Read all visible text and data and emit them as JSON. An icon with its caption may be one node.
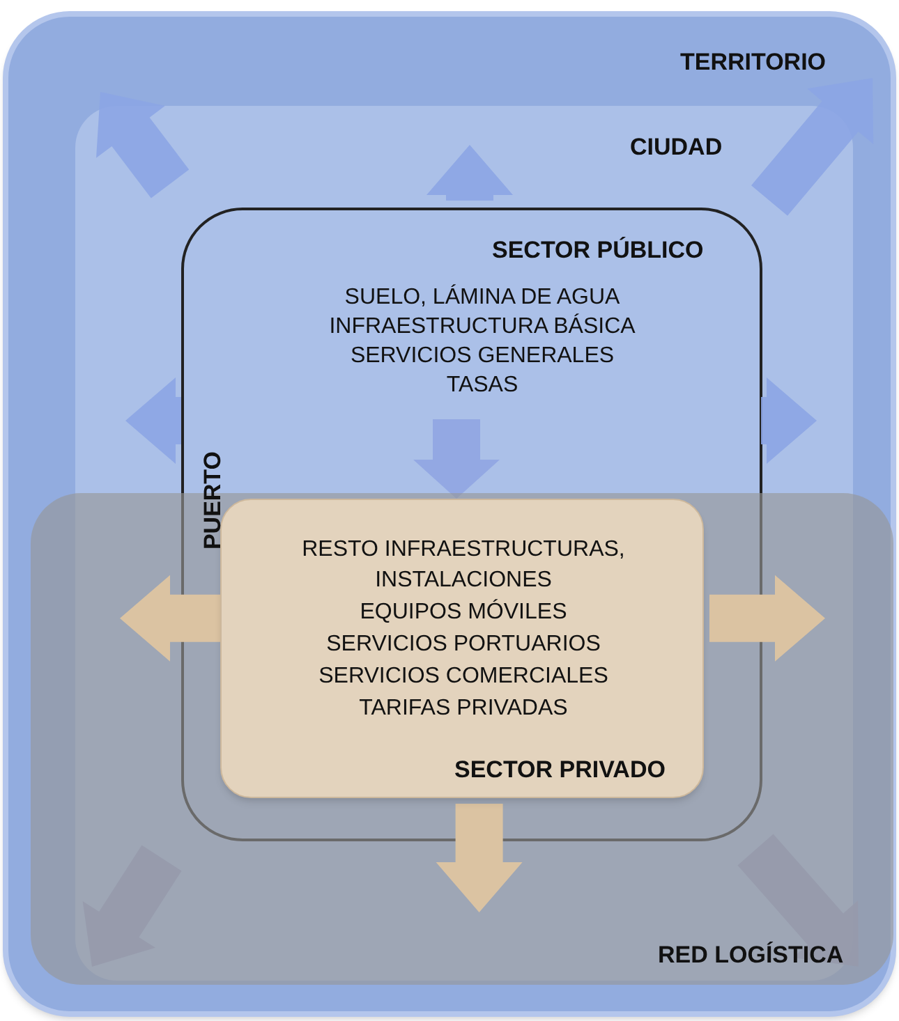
{
  "diagram": {
    "nodes": [
      {
        "text": [
          "TERRITORIO"
        ]
      },
      {
        "text": [
          "CIUDAD"
        ],
        "in": 0
      },
      {
        "text": [
          "PUERTO",
          "SECTOR PÚBLICO",
          "SUELO, LÁMINA DE AGUA",
          "INFRAESTRUCTURA  BÁSICA",
          "SERVICIOS GENERALES",
          "TASAS"
        ],
        "in": 1
      },
      {
        "text": [
          "RED LOGÍSTICA"
        ],
        "in": 0
      },
      {
        "text": [
          "RESTO INFRAESTRUCTURAS, INSTALACIONES",
          "EQUIPOS MÓVILES",
          "SERVICIOS PORTUARIOS",
          "SERVICIOS COMERCIALES",
          "TARIFAS PRIVADAS",
          "SECTOR PRIVADO"
        ]
      }
    ],
    "edges": [
      {
        "from": 2,
        "to": 4,
        "arrow": "to"
      },
      {
        "from": 4,
        "to": null,
        "arrow": "to"
      },
      {
        "from": 4,
        "to": null,
        "arrow": "to"
      },
      {
        "from": 4,
        "to": null,
        "arrow": "to"
      }
    ]
  }
}
